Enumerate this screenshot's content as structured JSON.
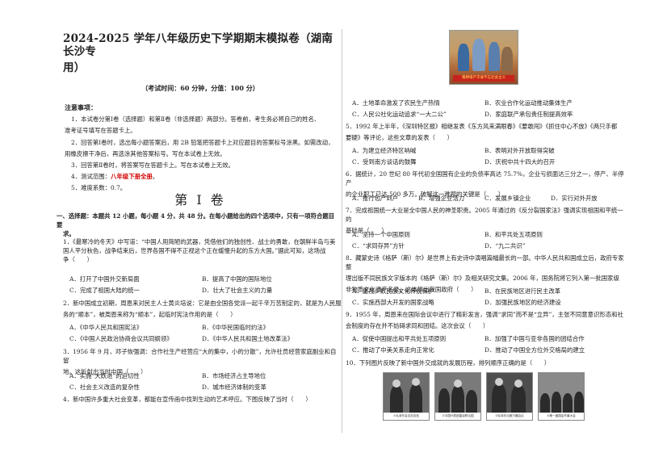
{
  "header": {
    "title_line1": "2024-2025 学年八年级历史下学期期末模拟卷（湖南长沙专",
    "title_line2": "用）",
    "exam_info": "（考试时间：60 分钟，分值：100 分）"
  },
  "notice": {
    "head": "注意事项：",
    "items": [
      "1．本试卷分第Ⅰ卷（选择题）和第Ⅱ卷（非选择题）两部分。答卷前，考生务必将自己的姓名、",
      "准考证号填写在答题卡上。",
      "2．回答第Ⅰ卷时，选出每小题答案后，用 2B 铅笔把答题卡上对应题目的答案标号涂黑。如需改动，",
      "用橡皮擦干净后，再选涂其他答案标号。写在本试卷上无效。",
      "3．回答第Ⅱ卷时，将答案写在答题卡上。写在本试卷上无效。",
      "4．测试范围：",
      "5．难度系数：0.7。"
    ],
    "range_highlight": "八年级下册全册",
    "range_end": "。"
  },
  "volume": "第 I 卷",
  "section1": {
    "head_line1": "一、选择题：本题共 12 小题，每小题 4 分，共 48 分。在每小题给出的四个选项中，只有一项符合题目要",
    "head_line2": "求。"
  },
  "left_questions": [
    {
      "lines": [
        "1．《最寒冷的冬天》中写道：“中国人用简陋的武器，凭借他们的独创性、战士的勇敢，在朝鲜半岛与美",
        "国人平分秋色，战争结束后，世界各国不得不正视这个正在缓慢升起的东方大国。”据此可知，这场战",
        "争（　　）"
      ],
      "options": [
        "A．打开了中国外交新局面",
        "B．提高了中国的国际地位",
        "C．完成了祖国大陆的统一",
        "D．壮大了社会主义的力量"
      ]
    },
    {
      "lines": [
        "2．新中国成立初期，周恩来对民主人士黄炎培说：它是由全国各党派一起千辛万苦制定的，就是为人民服",
        "务的“顺本”，被周恩来称为“顺本”，起临时宪法作用的是（　　）"
      ],
      "options": [
        "A．《中华人民共和国宪法》",
        "B．《中华民国临时约法》",
        "C．《中国人民政治协商会议共同纲领》",
        "D．《中华人民共和国土地改革法》"
      ]
    },
    {
      "lines": [
        "3．1956 年 9 月，邓子恢强调：合作社生产经营应“大的集中，小的分散”，允许社员经营家庭副业和自留",
        "地。这折射出当时中国（　　）"
      ],
      "options": [
        "A．实施“大跃进”的迫切性",
        "B．市场经济占主导地位",
        "C．社会主义改造的复杂性",
        "D．城市经济体制的变革"
      ]
    },
    {
      "lines": [
        "4．新中国许多重大社会变革，都能在宣传画中找到生动的艺术呼应。下图反映了当时（　　）"
      ],
      "options": []
    }
  ],
  "poster": {
    "banner": "粮棉增产丰收不忘社会主义"
  },
  "right_questions": [
    {
      "lines": [],
      "options": [
        "A．土地革命激发了农民生产热情",
        "B．农业合作化运动推动集体生产",
        "C．人民公社化运动追求“一大二公”",
        "D．家庭联产承包责任制提高效率"
      ]
    },
    {
      "lines": [
        "5．1992 年上半年，《深圳特区报》相继发表《东方风来满眼春》《要敢闯》《抓住中心不放》《两只手都",
        "要硬》等评论，这些文章的发表（　　）"
      ],
      "options": [
        "A．为建立经济特区呐喊",
        "B．表明对外开放取得突破",
        "C．受到南方谈话的鼓舞",
        "D．庆祝中共十四大的召开"
      ]
    },
    {
      "lines": [
        "6．据统计，20 世纪 80 年代初全国国有企业的负债率高达 75.7%，企业亏损面达三分之一，停产、半停产",
        "的企业职工已达 500 多万。破解这一难题的关键是（　　）"
      ],
      "options": [
        "A．推行包产到户",
        "B．增强企业活力",
        "C．发展乡镇企业",
        "D．实行对外开放"
      ]
    },
    {
      "lines": [
        "7．完成祖国统一大业是全中国人民的神圣职责。2005 年通过的《反分裂国家法》强调实现祖国和平统一的",
        "基础是（　　）"
      ],
      "options": [
        "A．坚持一个中国原则",
        "B．和平共处五项原则",
        "C．“求同存异”方针",
        "D．“九二共识”"
      ]
    },
    {
      "lines": [
        "8．藏蒙史诗《格萨（斯）尔》是世界上有史诗中演唱篇幅最长的一部。中华人民共和国成立后，政府专家整",
        "理出版不同民族文字版本的《格萨（斯）尔》及相关研究文集。2006 年，国务院将它列入第一批国家级",
        "非物质文化遗产名录。这体现出我国政府（　　）"
      ],
      "options": [
        "A．重视少数民族文化传统保护",
        "B．在民族地区进行民主改革",
        "C．实施西部大开发的国家战略",
        "D．加强民族地区的经济建设"
      ]
    },
    {
      "lines": [
        "9．1955 年，周恩来在国际会议中进行了精彩发言，强调“求同”而不是“立异”，主张不同意意识形态和社",
        "会制度的存在并不妨碍求同和团结。这次会议（　　）"
      ],
      "options": [
        "A．促使中国提出和平共处五项原则",
        "B．加强了中国与亚非各国的团结合作",
        "C．推动了中美关系走向正常化",
        "D．推动了中国全方位外交格局的建立"
      ]
    },
    {
      "lines": [
        "10．下列图片反映了新中国外交成就的发展历程，排列顺序正确的是（　　）"
      ],
      "options": []
    }
  ],
  "photos": [
    {
      "caption": "①毛泽东会见尼克松"
    },
    {
      "caption": "②中国代表团重返联合国"
    },
    {
      "caption": "③毛泽东出席万隆会议"
    },
    {
      "caption": "④第一届国会开幕大会"
    }
  ]
}
